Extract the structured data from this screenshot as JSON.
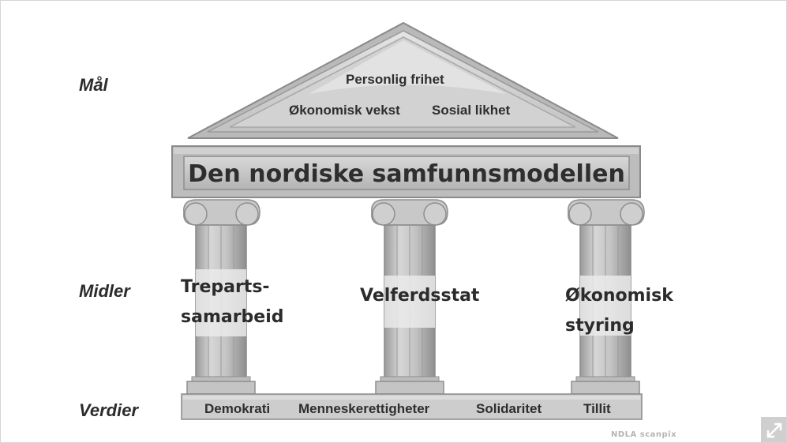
{
  "labels": {
    "goals": "Mål",
    "means": "Midler",
    "values": "Verdier"
  },
  "pediment": {
    "top": "Personlig frihet",
    "left": "Økonomisk vekst",
    "right": "Sosial likhet"
  },
  "beam": {
    "title": "Den nordiske samfunnsmodellen"
  },
  "pillars": [
    {
      "line1": "Treparts-",
      "line2": "samarbeid"
    },
    {
      "line1": "Velferdsstat",
      "line2": ""
    },
    {
      "line1": "Økonomisk",
      "line2": "styring"
    }
  ],
  "base": {
    "items": [
      "Demokrati",
      "Menneskerettigheter",
      "Solidaritet",
      "Tillit"
    ]
  },
  "watermark": "NDLA scanpix",
  "icons": {
    "expand": "expand-icon"
  }
}
